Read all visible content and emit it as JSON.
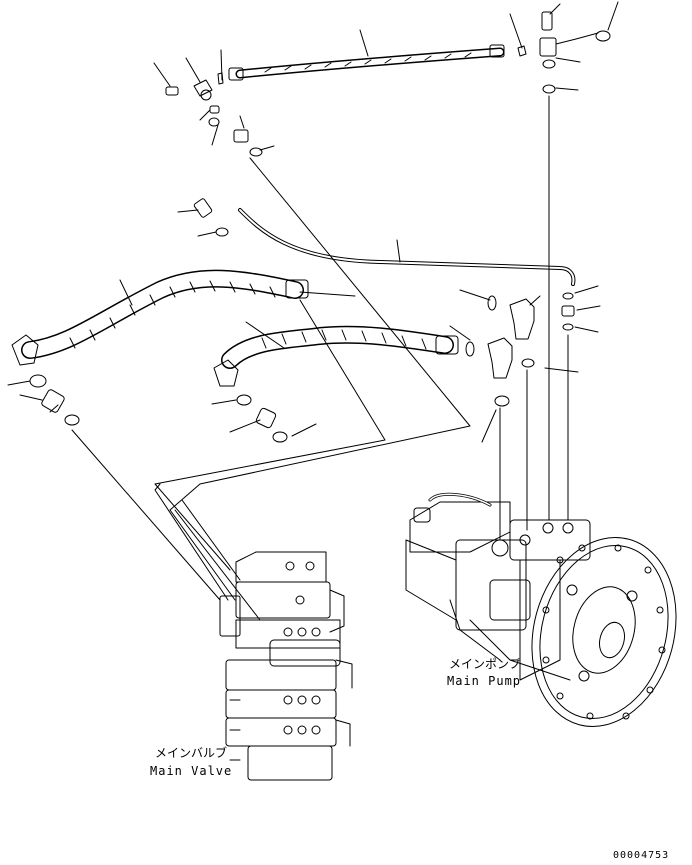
{
  "labels": {
    "main_pump_jp": "メインポンプ",
    "main_pump_en": "Main Pump",
    "main_valve_jp": "メインバルブ",
    "main_valve_en": "Main Valve",
    "drawing_number": "00004753"
  },
  "colors": {
    "ink": "#000000",
    "paper": "#ffffff"
  }
}
